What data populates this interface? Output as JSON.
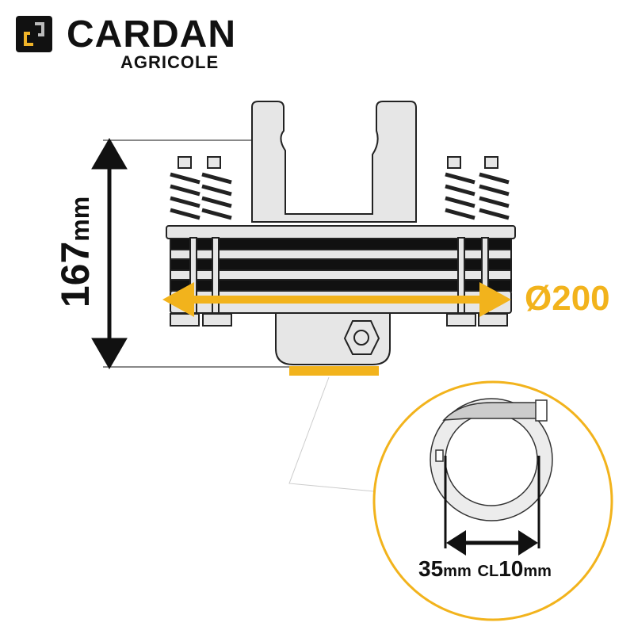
{
  "brand": {
    "name": "CARDAN",
    "tagline": "AGRICOLE"
  },
  "dimensions": {
    "height_value": "167",
    "height_unit": "mm",
    "diameter": "Ø200",
    "bore_value": "35",
    "bore_unit": "mm",
    "key_prefix": "CL",
    "key_value": "10",
    "key_unit": "mm"
  },
  "colors": {
    "accent": "#f2b31c",
    "ink": "#111111",
    "part_fill": "#e6e6e6"
  }
}
